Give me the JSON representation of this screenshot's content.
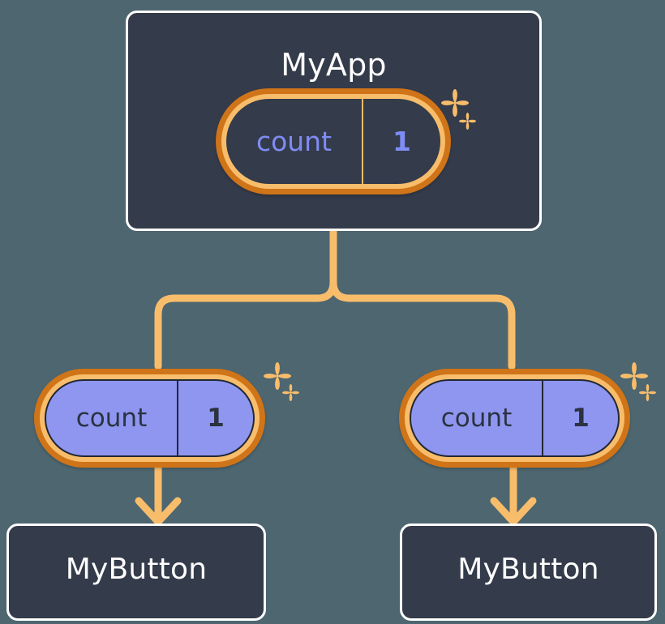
{
  "theme": {
    "background": "#4d6670",
    "box_fill": "#343b4a",
    "box_border": "#ffffff",
    "pill_outer_ring": "#cf7418",
    "pill_inner_ring": "#f8bd6b",
    "pill_filled": "#8e96f0",
    "accent_text": "#7f8cf4",
    "dark_text": "#2b3240",
    "connector": "#f8bd6b"
  },
  "diagram": {
    "root": {
      "title": "MyApp",
      "state": {
        "key": "count",
        "value": "1",
        "style": "dark"
      },
      "sparkles": [
        "sparkle-large",
        "sparkle-small"
      ]
    },
    "children": [
      {
        "state": {
          "key": "count",
          "value": "1",
          "style": "filled"
        },
        "sparkles": [
          "sparkle-large",
          "sparkle-small"
        ],
        "component": {
          "title": "MyButton"
        }
      },
      {
        "state": {
          "key": "count",
          "value": "1",
          "style": "filled"
        },
        "sparkles": [
          "sparkle-large",
          "sparkle-small"
        ],
        "component": {
          "title": "MyButton"
        }
      }
    ]
  }
}
